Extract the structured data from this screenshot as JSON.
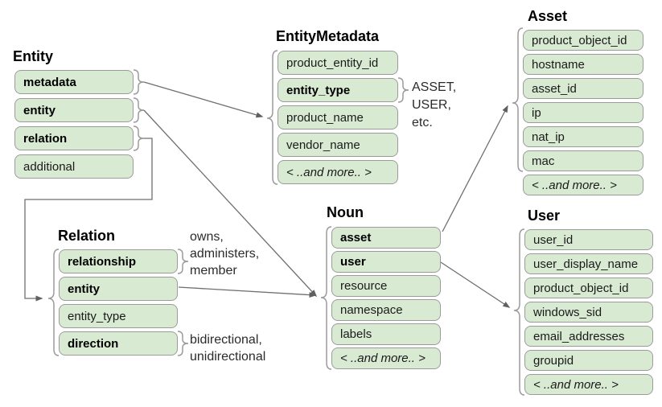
{
  "colors": {
    "row_fill": "#d9ead3",
    "row_border": "#9b9b9b",
    "connector": "#6f6f6f",
    "text": "#000000"
  },
  "boxes": {
    "entity": {
      "title": "Entity",
      "rows": [
        {
          "label": "metadata"
        },
        {
          "label": "entity"
        },
        {
          "label": "relation"
        },
        {
          "label": "additional"
        }
      ]
    },
    "entity_metadata": {
      "title": "EntityMetadata",
      "rows": [
        {
          "label": "product_entity_id"
        },
        {
          "label": "entity_type"
        },
        {
          "label": "product_name"
        },
        {
          "label": "vendor_name"
        },
        {
          "label": "< ..and more.. >"
        }
      ]
    },
    "relation": {
      "title": "Relation",
      "rows": [
        {
          "label": "relationship"
        },
        {
          "label": "entity"
        },
        {
          "label": "entity_type"
        },
        {
          "label": "direction"
        }
      ]
    },
    "noun": {
      "title": "Noun",
      "rows": [
        {
          "label": "asset"
        },
        {
          "label": "user"
        },
        {
          "label": "resource"
        },
        {
          "label": "namespace"
        },
        {
          "label": "labels"
        },
        {
          "label": "< ..and more.. >"
        }
      ]
    },
    "asset": {
      "title": "Asset",
      "rows": [
        {
          "label": "product_object_id"
        },
        {
          "label": "hostname"
        },
        {
          "label": "asset_id"
        },
        {
          "label": "ip"
        },
        {
          "label": "nat_ip"
        },
        {
          "label": "mac"
        },
        {
          "label": "< ..and more.. >"
        }
      ]
    },
    "user": {
      "title": "User",
      "rows": [
        {
          "label": "user_id"
        },
        {
          "label": "user_display_name"
        },
        {
          "label": "product_object_id"
        },
        {
          "label": "windows_sid"
        },
        {
          "label": "email_addresses"
        },
        {
          "label": "groupid"
        },
        {
          "label": "< ..and more.. >"
        }
      ]
    }
  },
  "annotations": {
    "entity_type_values": "ASSET,\nUSER,\netc.",
    "relationship_values": "owns,\nadministers,\nmember",
    "direction_values": "bidirectional,\nunidirectional"
  }
}
